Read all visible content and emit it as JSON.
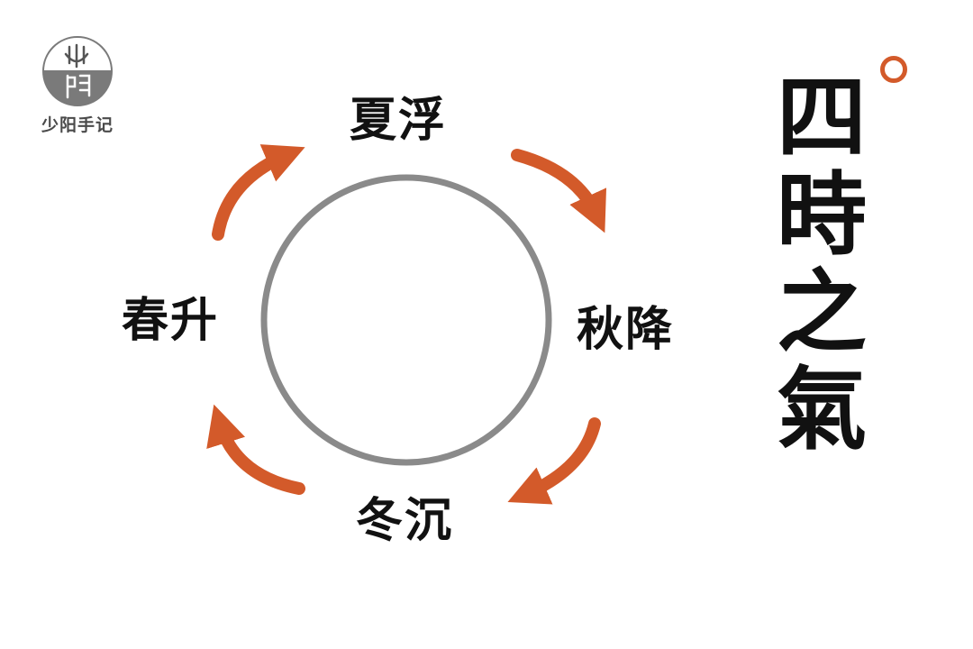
{
  "logo": {
    "seal_text": "少陽",
    "caption": "少阳手记"
  },
  "title": {
    "chars": [
      "四",
      "時",
      "之",
      "氣"
    ]
  },
  "seasons": {
    "summer": "夏浮",
    "autumn": "秋降",
    "winter": "冬沉",
    "spring": "春升"
  },
  "colors": {
    "arrow": "#d35a2a",
    "circle": "#8a8a8a",
    "logo_dark": "#7a7a7a",
    "text": "#111111"
  },
  "icons": {
    "logo": "seal-logo-icon",
    "arrows": "curved-arrow-icon",
    "circle": "cycle-circle"
  }
}
